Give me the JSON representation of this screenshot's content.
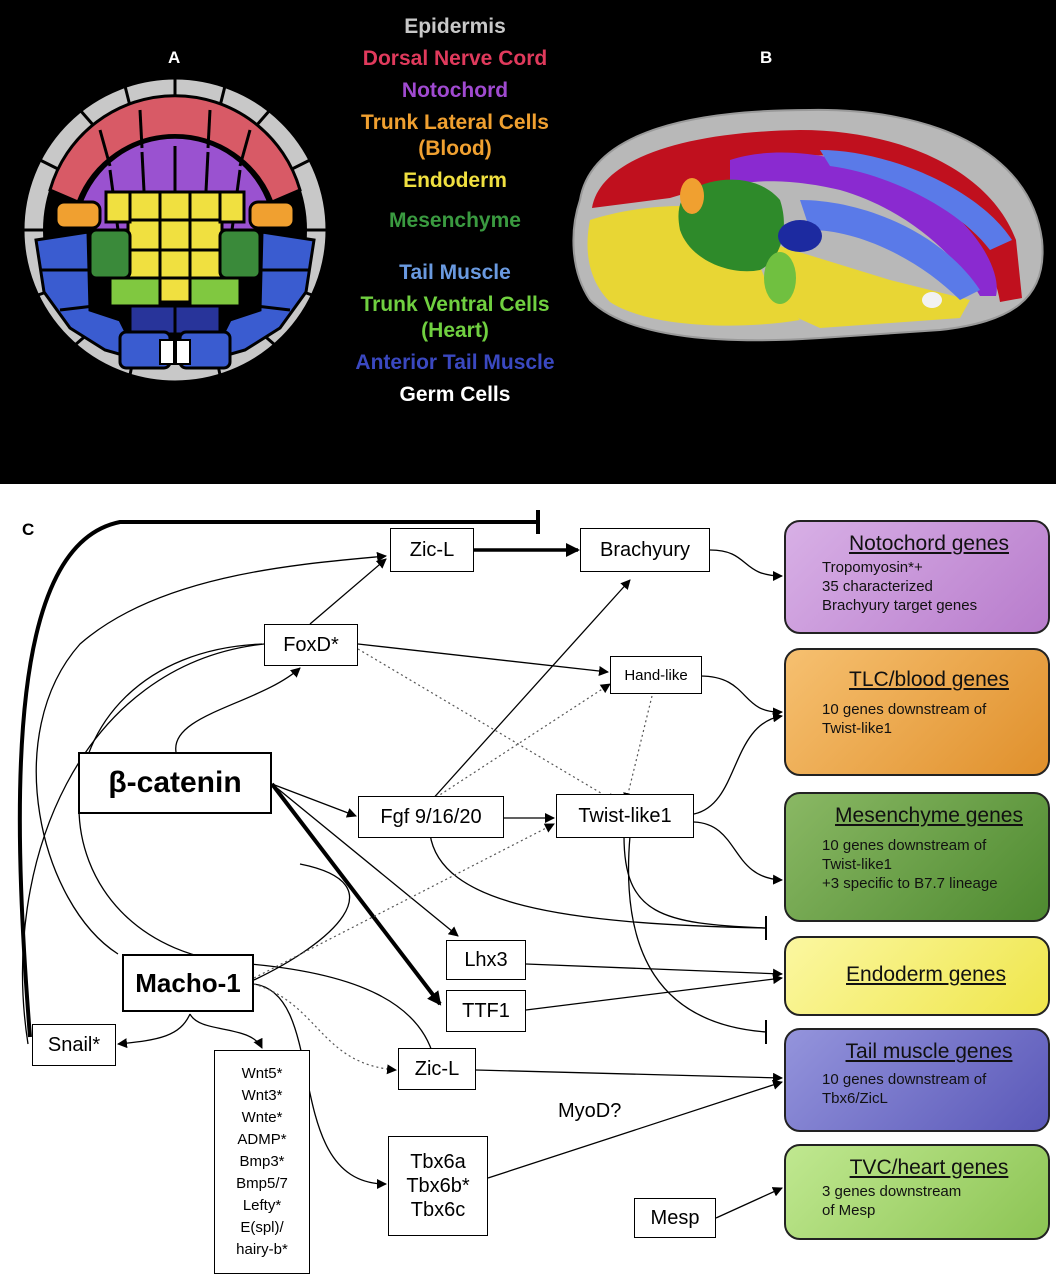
{
  "panel_labels": {
    "a": "A",
    "b": "B",
    "c": "C"
  },
  "legend": [
    {
      "text": "Epidermis",
      "color": "#c8c8c8"
    },
    {
      "text": "Dorsal Nerve Cord",
      "color": "#e03a5c"
    },
    {
      "text": "Notochord",
      "color": "#a04ad0"
    },
    {
      "text": "Trunk Lateral Cells",
      "color": "#f0a030"
    },
    {
      "text": "(Blood)",
      "color": "#f0a030"
    },
    {
      "text": "Endoderm",
      "color": "#f0e040"
    },
    {
      "text": "Mesenchyme",
      "color": "#3a9a40"
    },
    {
      "text": "Tail Muscle",
      "color": "#6a9ae0"
    },
    {
      "text": "Trunk Ventral Cells",
      "color": "#70d040"
    },
    {
      "text": "(Heart)",
      "color": "#70d040"
    },
    {
      "text": "Anterior Tail Muscle",
      "color": "#3a48c0"
    },
    {
      "text": "Germ Cells",
      "color": "#ffffff"
    }
  ],
  "nodes": {
    "zicl_top": "Zic-L",
    "brachyury": "Brachyury",
    "foxd": "FoxD*",
    "hand_like": "Hand-like",
    "beta_catenin": "β-catenin",
    "fgf": "Fgf 9/16/20",
    "twist": "Twist-like1",
    "lhx3": "Lhx3",
    "ttf1": "TTF1",
    "macho": "Macho-1",
    "snail": "Snail*",
    "zicl_bottom": "Zic-L",
    "wnt_list": [
      "Wnt5*",
      "Wnt3*",
      "Wnte*",
      "ADMP*",
      "Bmp3*",
      "Bmp5/7",
      "Lefty*",
      "E(spl)/",
      "hairy-b*"
    ],
    "tbx_list": [
      "Tbx6a",
      "Tbx6b*",
      "Tbx6c"
    ],
    "mesp": "Mesp",
    "myod": "MyoD?"
  },
  "gene_boxes": [
    {
      "title": "Notochord genes",
      "desc": [
        "Tropomyosin*+",
        "35 characterized",
        "Brachyury target genes"
      ],
      "color": "#c79ad8"
    },
    {
      "title": "TLC/blood genes",
      "desc": [
        "10 genes downstream of",
        "Twist-like1"
      ],
      "color": "#eda647"
    },
    {
      "title": "Mesenchyme genes",
      "desc": [
        "10 genes downstream of",
        "Twist-like1",
        "+3 specific to B7.7  lineage"
      ],
      "color": "#5f9a3c"
    },
    {
      "title": "Endoderm genes",
      "desc": [],
      "color": "#f2ee5a"
    },
    {
      "title": "Tail muscle genes",
      "desc": [
        "10 genes downstream of",
        "Tbx6/ZicL"
      ],
      "color": "#6a68c4"
    },
    {
      "title": "TVC/heart genes",
      "desc": [
        "3 genes downstream",
        "of Mesp"
      ],
      "color": "#9ccf62"
    }
  ],
  "colors": {
    "epidermis": "#c8c8c8",
    "nerve": "#d42a3a",
    "notochord": "#9640c8",
    "tlc": "#f0a030",
    "endoderm": "#f0e040",
    "mesenchyme": "#3a8a3a",
    "tail_muscle": "#3a5cd0",
    "tvc": "#80c840",
    "ant_tail": "#28349a",
    "germ": "#ffffff"
  }
}
